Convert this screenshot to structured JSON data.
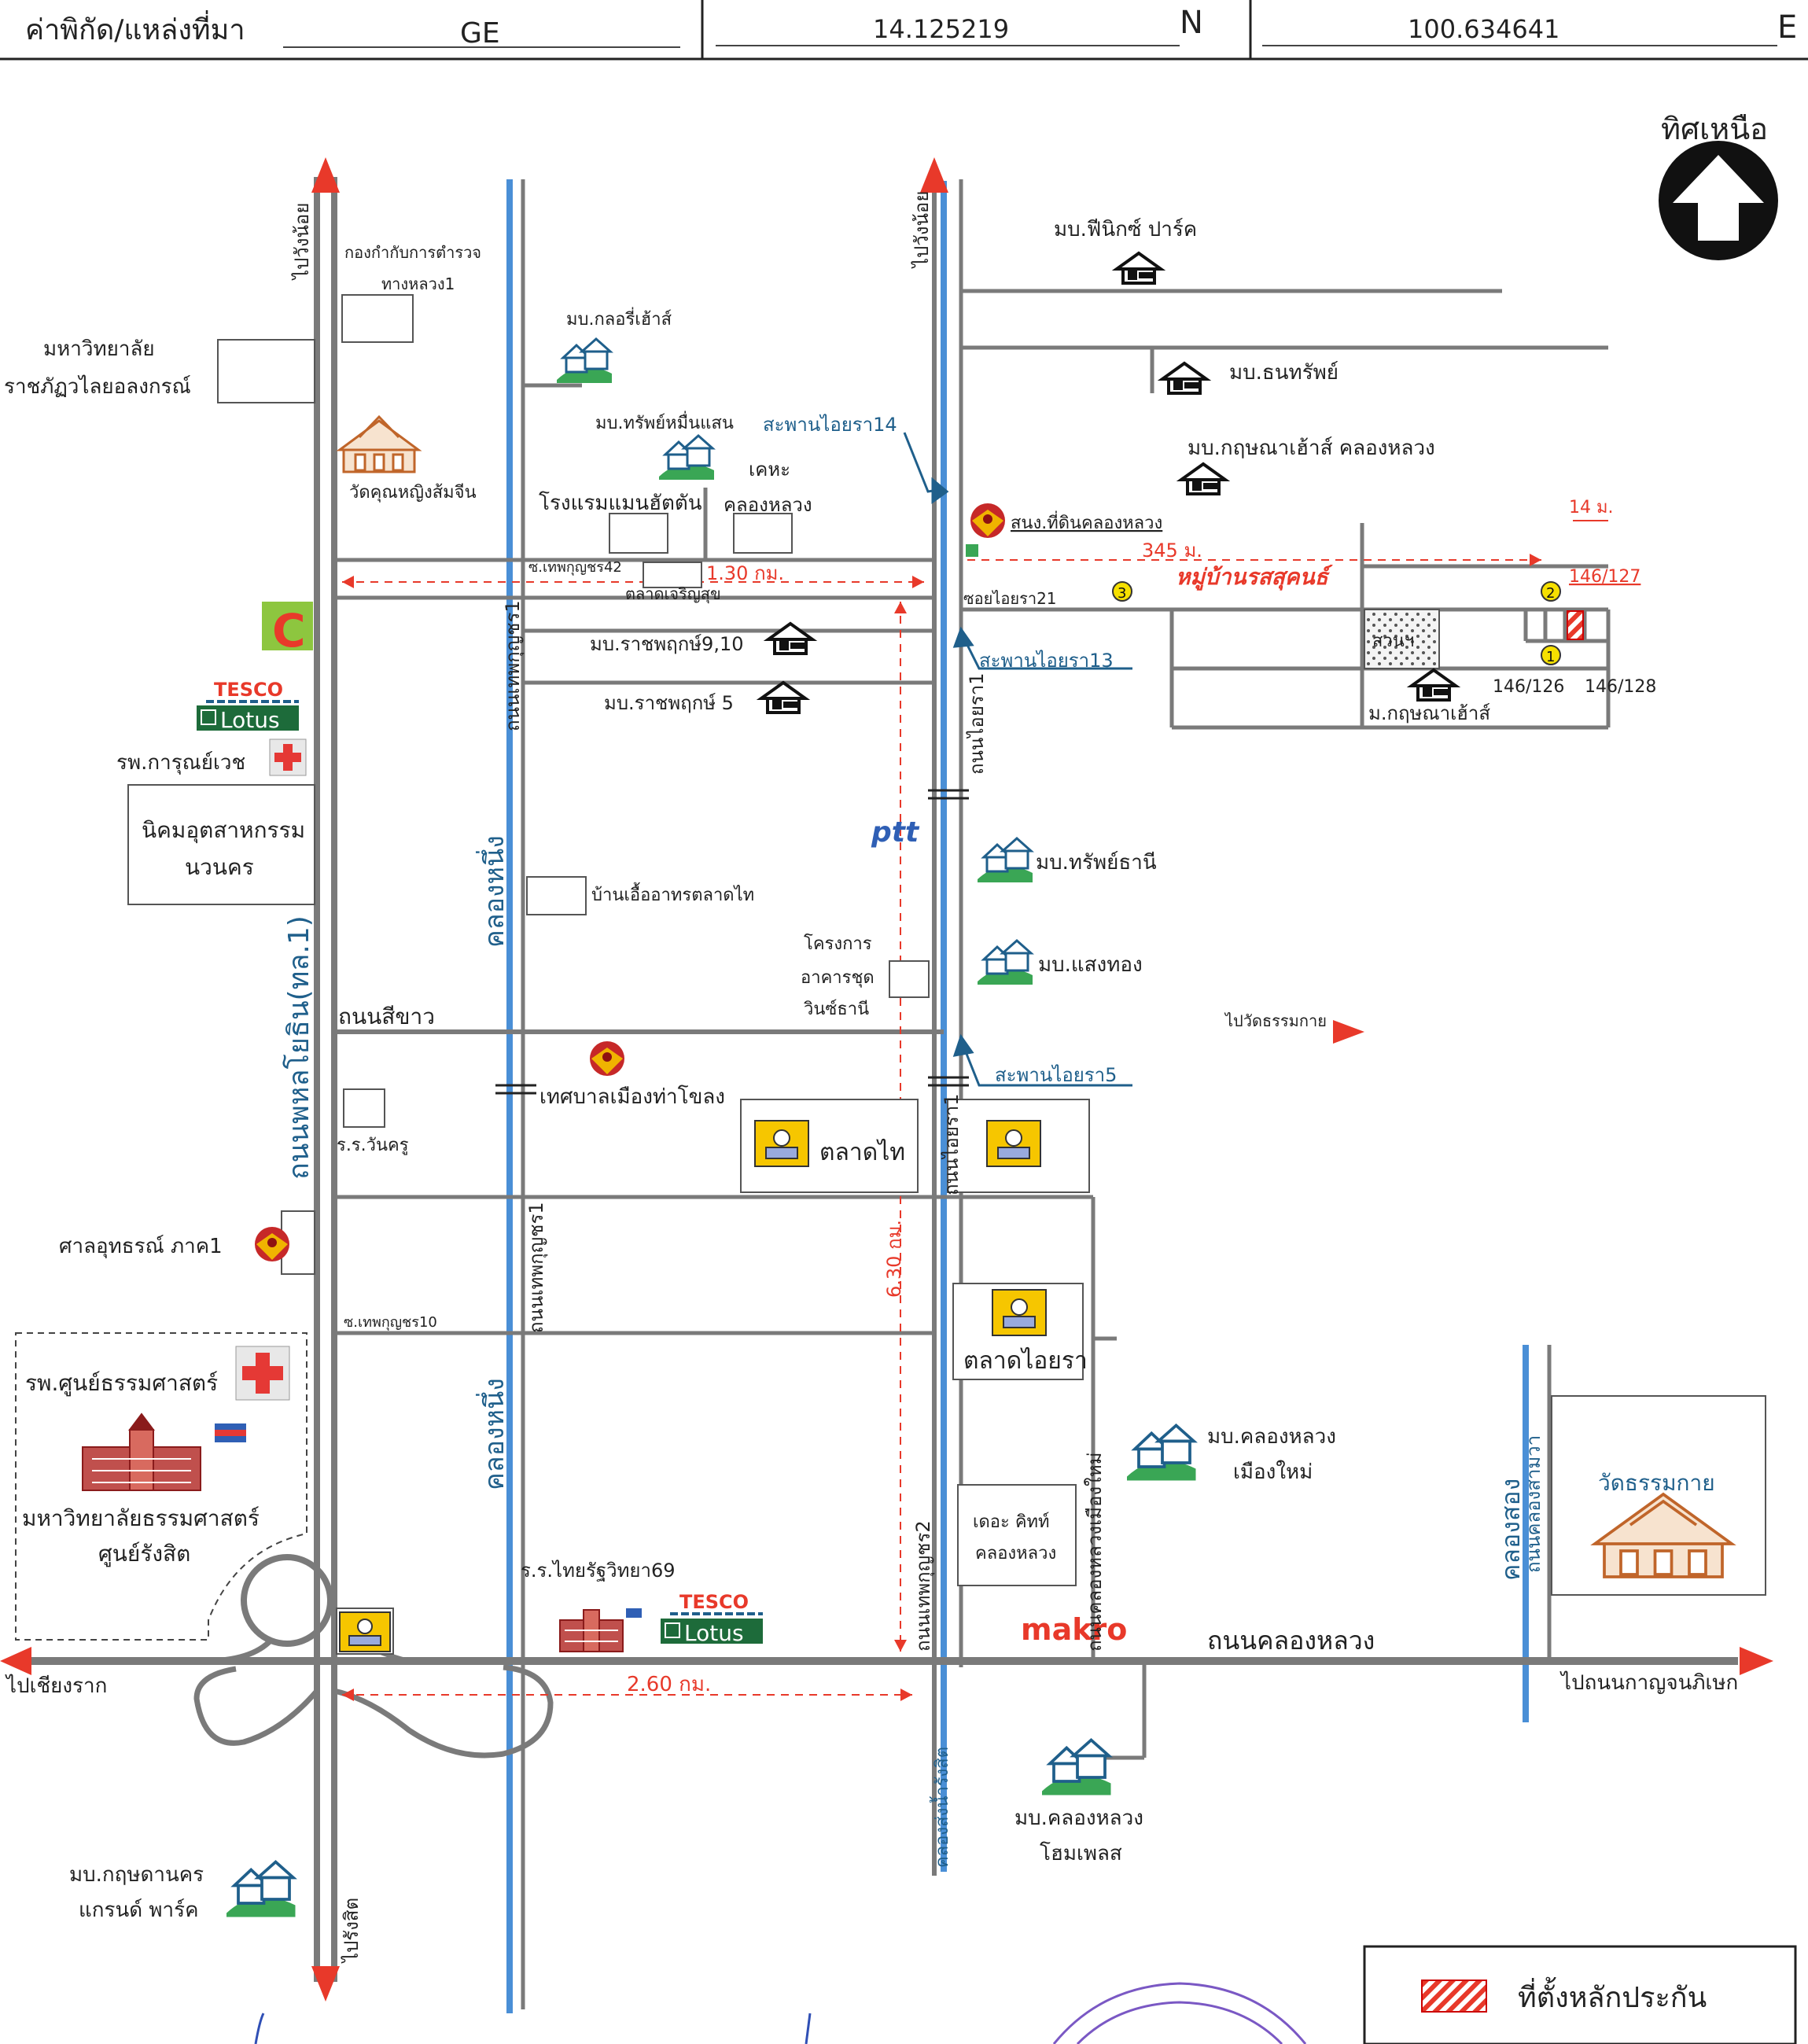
{
  "header": {
    "label": "ค่าพิกัด/แหล่งที่มา",
    "source": "GE",
    "latitude": "14.125219",
    "lat_unit": "N",
    "longitude": "100.634641",
    "lon_unit": "E"
  },
  "compass": {
    "label": "ทิศเหนือ",
    "icon": "north-arrow-icon"
  },
  "roads": {
    "phahonyothin": "ถนนพหลโยธิน(ทล.1)",
    "to_wang_noi_left": "ไปวังน้อย",
    "to_wang_noi_right": "ไปวังน้อย",
    "to_rangsit": "ไปรังสิต",
    "to_chiang_rak": "ไปเชียงราก",
    "to_kanchanaphisek": "ไปถนนกาญจนภิเษก",
    "khlong_luang": "ถนนคลองหลวง",
    "si_khao": "ถนนสีขาว",
    "to_wat_thammakai": "ไปวัดธรรมกาย",
    "thepphanya_1_upper": "ถนนเทพกุญชร1",
    "thepphanya_1_lower": "ถนนเทพกุญชร1",
    "thepphanya_2": "ถนนเทพกุญชร2",
    "ai_yara_1_upper": "ถนนไอยรา1",
    "ai_yara_1_lower": "ถนนไอยรา1",
    "khlong_luang_mueang_mai": "ถนนคลองหลวงเมืองใหม่",
    "khlong_sam_wa": "ถนนคลองสามวา",
    "soi_thepphanya_42": "ซ.เทพกุญชร42",
    "soi_thepphanya_10": "ซ.เทพกุญชร10",
    "soi_ai_yara_21": "ซอยไอยรา21",
    "khlong_nueng_upper": "คลองหนึ่ง",
    "khlong_nueng_lower": "คลองหนึ่ง",
    "khlong_song": "คลองสอง",
    "khlong_song_sub": "คลองส่งน้ำรังสิต"
  },
  "bridges": {
    "ai_yara_14": "สะพานไอยรา14",
    "ai_yara_13": "สะพานไอยรา13",
    "ai_yara_5": "สะพานไอยรา5"
  },
  "distances": {
    "d_130": "1.30 กม.",
    "d_630": "6.30 กม.",
    "d_260": "2.60 กม.",
    "d_345": "345 ม.",
    "d_14": "14 ม."
  },
  "places": {
    "highway_police": "กองกำกับการตำรวจ",
    "highway_police_2": "ทางหลวง1",
    "valaya_1": "มหาวิทยาลัย",
    "valaya_2": "ราชภัฏวไลยอลงกรณ์",
    "wat_khun_ying": "วัดคุณหญิงส้มจีน",
    "glory_house": "มบ.กลอรี่เฮ้าส์",
    "sap_muen_saen": "มบ.ทรัพย์หมื่นแสน",
    "manhattan_hotel": "โรงแรมแมนฮัตตัน",
    "kheha_1": "เคหะ",
    "kheha_2": "คลองหลวง",
    "charoen_suk": "ตลาดเจริญสุข",
    "ratchaphruek_9_10": "มบ.ราชพฤกษ์9,10",
    "ratchaphruek_5": "มบ.ราชพฤกษ์ 5",
    "phoenix_park": "มบ.ฟีนิกซ์ ปาร์ค",
    "thanasap": "มบ.ธนทรัพย์",
    "kritsana_house_kl": "มบ.กฤษณาเฮ้าส์ คลองหลวง",
    "land_office": "สนง.ที่ดินคลองหลวง",
    "rasasukon": "หมู่บ้านรสสุคนธ์",
    "park": "สวนฯ",
    "kritsana_house": "ม.กฤษณาเฮ้าส์",
    "lot_146_126": "146/126",
    "lot_146_127": "146/127",
    "lot_146_128": "146/128",
    "sap_thani": "มบ.ทรัพย์ธานี",
    "saeng_thong": "มบ.แสงทอง",
    "win_condo_1": "โครงการ",
    "win_condo_2": "อาคารชุด",
    "win_condo_3": "วินซ์ธานี",
    "baan_ue_athon": "บ้านเอื้ออาทรตลาดไท",
    "karunyawet_hosp": "รพ.การุณย์เวช",
    "navanakorn_1": "นิคมอุตสาหกรรม",
    "navanakorn_2": "นวนคร",
    "tha_khlong": "เทศบาลเมืองท่าโขลง",
    "wan_khru": "ร.ร.วันครู",
    "talad_thai": "ตลาดไท",
    "court": "ศาลอุทธรณ์ ภาค1",
    "talad_ai_yara": "ตลาดไอยรา",
    "kl_muang_mai_1": "มบ.คลองหลวง",
    "kl_muang_mai_2": "เมืองใหม่",
    "the_kitt_1": "เดอะ คิทท์",
    "the_kitt_2": "คลองหลวง",
    "wat_thammakai": "วัดธรรมกาย",
    "thammasat_hosp": "รพ.ศูนย์ธรรมศาสตร์",
    "thammasat_uni_1": "มหาวิทยาลัยธรรมศาสตร์",
    "thammasat_uni_2": "ศูนย์รังสิต",
    "thai_rath_school": "ร.ร.ไทยรัฐวิทยา69",
    "kl_home_place_1": "มบ.คลองหลวง",
    "kl_home_place_2": "โฮมเพลส",
    "kritsada_grand_1": "มบ.กฤษดานคร",
    "kritsada_grand_2": "แกรนด์ พาร์ค"
  },
  "brands": {
    "tesco": "TESCO",
    "lotus": "Lotus",
    "bigc": "C",
    "ptt": "ptt",
    "makro": "makro"
  },
  "markers": {
    "m1": "1",
    "m2": "2",
    "m3": "3"
  },
  "legend": {
    "label": "ที่ตั้งหลักประกัน"
  },
  "colors": {
    "road": "#7a7a7a",
    "canal": "#4a8fd6",
    "arrow": "#e8392a",
    "distance": "#e8392a",
    "collateral": "#e8392a",
    "label_blue": "#1f5f8b",
    "stamp": "#7a58c4"
  }
}
